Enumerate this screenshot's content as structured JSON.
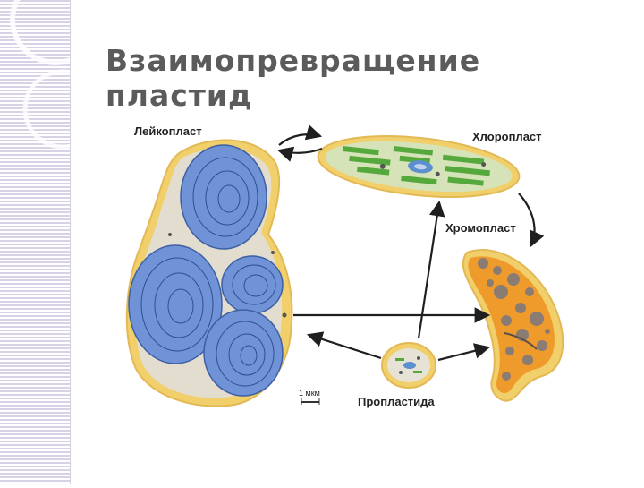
{
  "title": "Взаимопревращение пластид",
  "labels": {
    "leucoplast": "Лейкопласт",
    "chloroplast": "Хлоропласт",
    "chromoplast": "Хромопласт",
    "proplastid": "Пропластида",
    "scale": "1 мкм"
  },
  "colors": {
    "leucoplast_fill": "#6f93d6",
    "leucoplast_border": "#f1cf6a",
    "chloroplast_fill": "#d6e3b8",
    "thylakoid": "#55a83c",
    "chromoplast_fill": "#ef9b2b",
    "globule": "#8a7c73",
    "arrow": "#1f1f1f",
    "title": "#5b5b5b"
  }
}
